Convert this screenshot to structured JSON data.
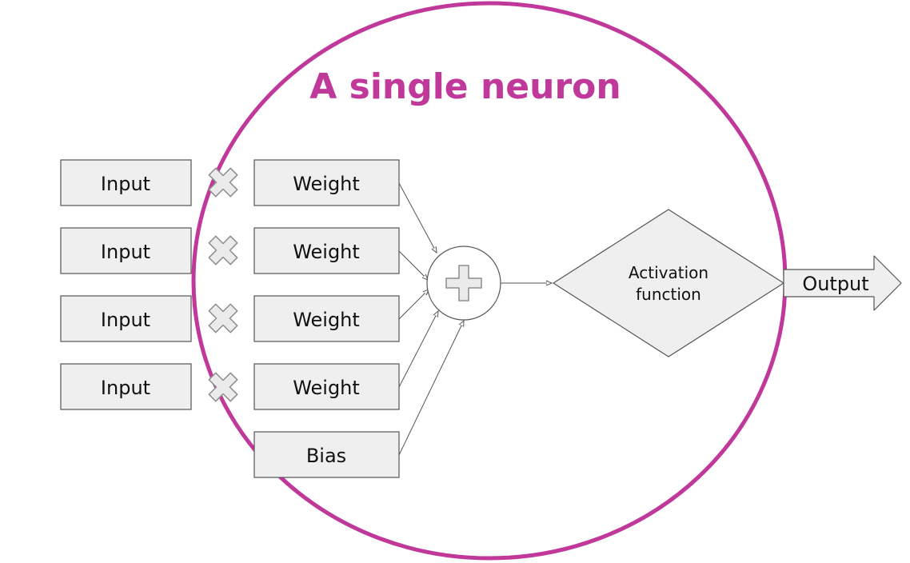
{
  "title": "A single neuron",
  "inputs": [
    "Input",
    "Input",
    "Input",
    "Input"
  ],
  "weights": [
    "Weight",
    "Weight",
    "Weight",
    "Weight"
  ],
  "bias": "Bias",
  "activation": {
    "line1": "Activation",
    "line2": "function"
  },
  "output": "Output",
  "icons": {
    "multiply": "multiply-icon",
    "sum": "plus-icon"
  },
  "colors": {
    "accent": "#C0389A",
    "box_fill": "#EFEFEF",
    "box_stroke": "#555555",
    "icon_fill": "#EBEBEB",
    "icon_stroke": "#8E8E8E",
    "connector": "#555555"
  }
}
